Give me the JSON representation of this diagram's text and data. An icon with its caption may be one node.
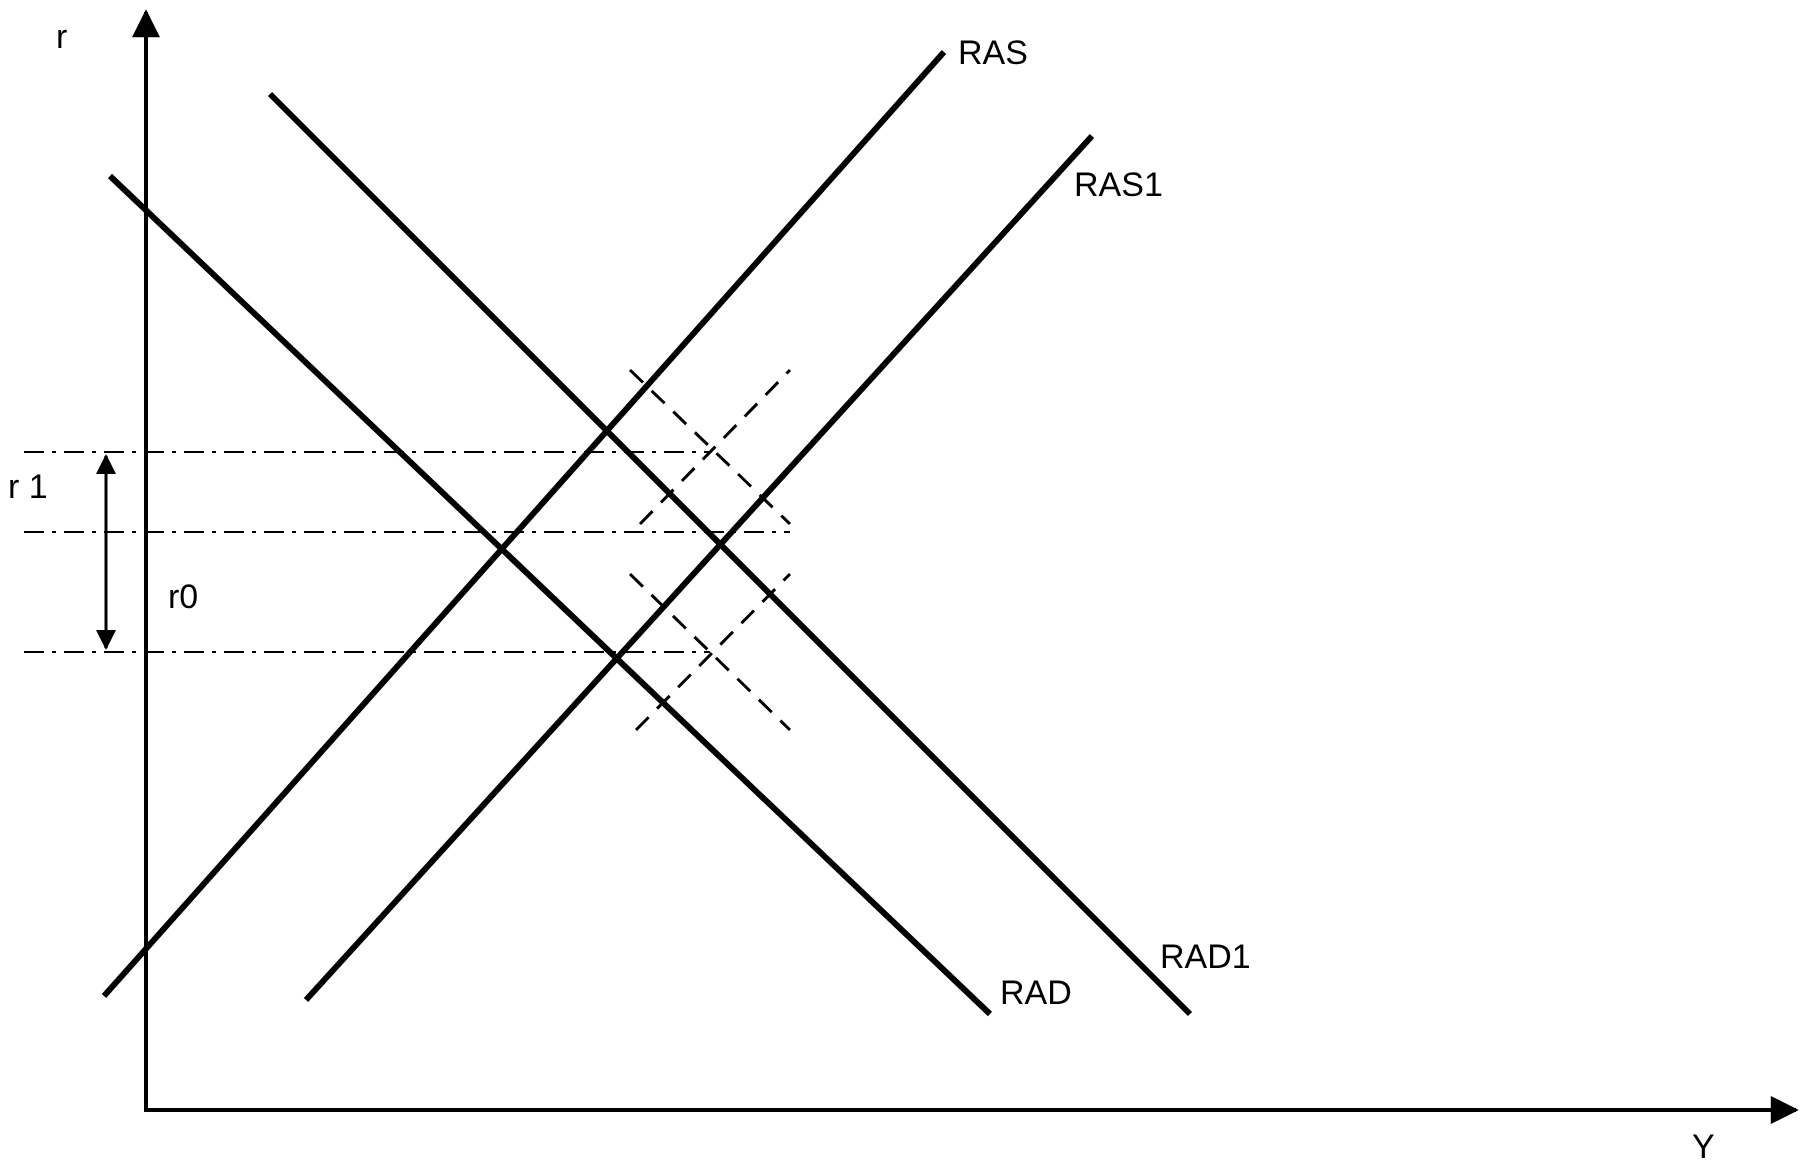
{
  "diagram": {
    "labels": [
      "r",
      "RAS",
      "RAS1",
      "r 1",
      "r0",
      "RAD1",
      "RAD",
      "Y"
    ]
  }
}
